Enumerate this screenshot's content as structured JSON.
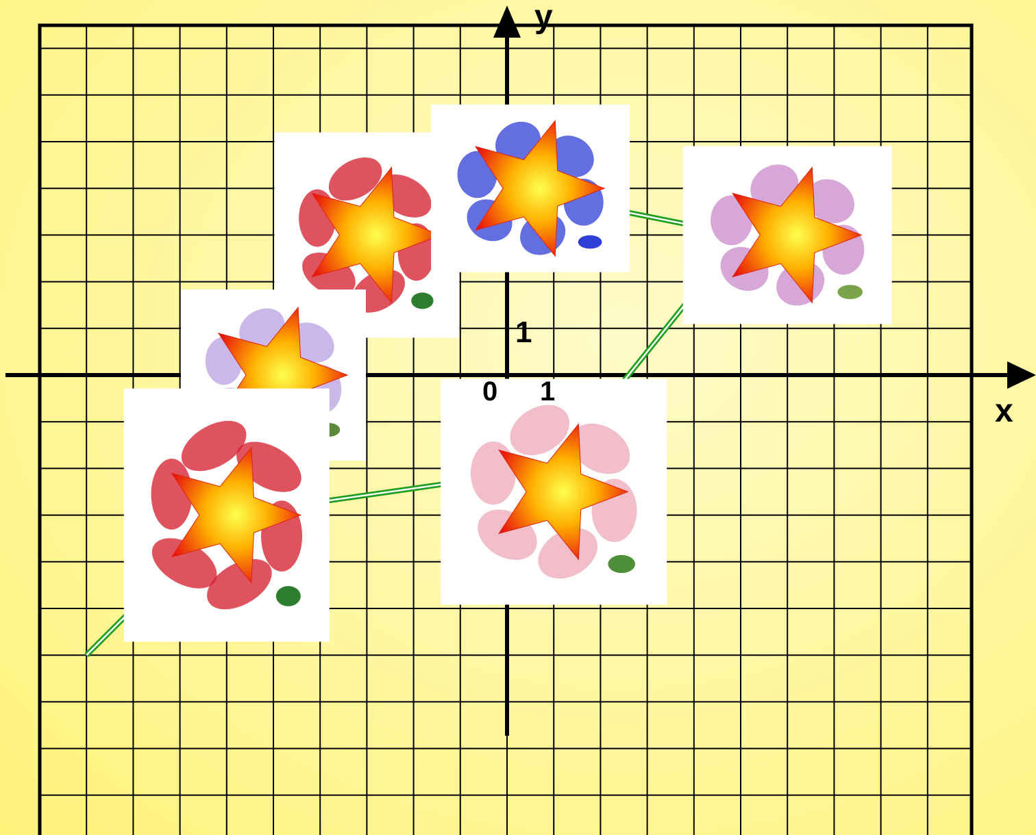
{
  "colors": {
    "background": "#fff59a",
    "grid": "#000000",
    "path": "#1f9e1f",
    "tile": "#ffffff",
    "star_center": "#ffff40",
    "star_edge": "#e8170e"
  },
  "axes": {
    "x_label": "x",
    "y_label": "y",
    "unit_label_y": "1",
    "origin_label": "0",
    "unit_label_x": "1"
  },
  "figure": {
    "grid_range_x": [
      -10,
      10
    ],
    "grid_range_y": [
      -10,
      7
    ],
    "path_points": [
      [
        -9,
        -6
      ],
      [
        -6,
        -3
      ],
      [
        1,
        -2
      ],
      [
        5,
        3
      ],
      [
        0,
        4
      ],
      [
        -4,
        3
      ],
      [
        -5,
        0
      ]
    ],
    "tiles": [
      {
        "id": "tile-red-flower-top",
        "icon": "red-flower-icon",
        "center": [
          -3,
          3
        ]
      },
      {
        "id": "tile-blue-flower",
        "icon": "blue-flower-icon",
        "center": [
          0.5,
          4
        ]
      },
      {
        "id": "tile-pink-flower-right",
        "icon": "pink-flower-icon",
        "center": [
          6,
          3
        ]
      },
      {
        "id": "tile-purple-flower",
        "icon": "purple-flower-icon",
        "center": [
          -5,
          0
        ]
      },
      {
        "id": "tile-red-flower-bottom",
        "icon": "red-flower-icon",
        "center": [
          -6,
          -3
        ]
      },
      {
        "id": "tile-lily",
        "icon": "lily-icon",
        "center": [
          1,
          -2.5
        ]
      }
    ]
  }
}
